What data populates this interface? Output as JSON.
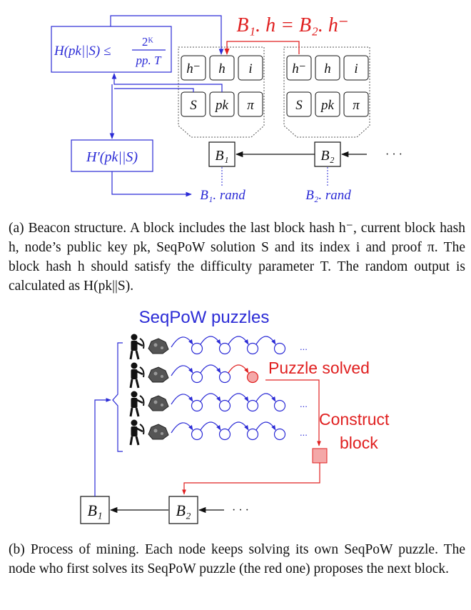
{
  "colors": {
    "blue": "#2b2bd6",
    "red": "#e02020",
    "black": "#111111",
    "red_fill": "#f4a8a8",
    "node_fill": "#ffffff"
  },
  "fig_a": {
    "equality_label": "B₁. h = B₂. h⁻",
    "difficulty_box": {
      "lhs": "H(pk||S) ≤",
      "numerator": "2ᴷ",
      "denominator": "pp. T"
    },
    "rand_box_label": "H′(pk||S)",
    "block1": {
      "fields_top": [
        "h⁻",
        "h",
        "i"
      ],
      "fields_bottom": [
        "S",
        "pk",
        "π"
      ],
      "name": "B₁",
      "rand": "B₁. rand"
    },
    "block2": {
      "fields_top": [
        "h⁻",
        "h",
        "i"
      ],
      "fields_bottom": [
        "S",
        "pk",
        "π"
      ],
      "name": "B₂",
      "rand": "B₂. rand"
    },
    "ellipsis": "· · ·",
    "caption": "(a) Beacon structure. A block includes the last block hash h⁻, current block hash h, node’s public key pk, SeqPoW solution S and its index i and proof π. The block hash h should satisfy the difficulty parameter T. The random output is calculated as H(pk||S)."
  },
  "fig_b": {
    "title": "SeqPoW puzzles",
    "solved_label": "Puzzle solved",
    "construct_label_1": "Construct",
    "construct_label_2": "block",
    "row_ellipsis": "...",
    "block1": "B₁",
    "block2": "B₂",
    "chain_ellipsis": "· · ·",
    "miner_rows": 4,
    "caption": "(b) Process of mining. Each node keeps solving its own SeqPoW puzzle. The node who first solves its SeqPoW puzzle (the red one) proposes the next block."
  }
}
